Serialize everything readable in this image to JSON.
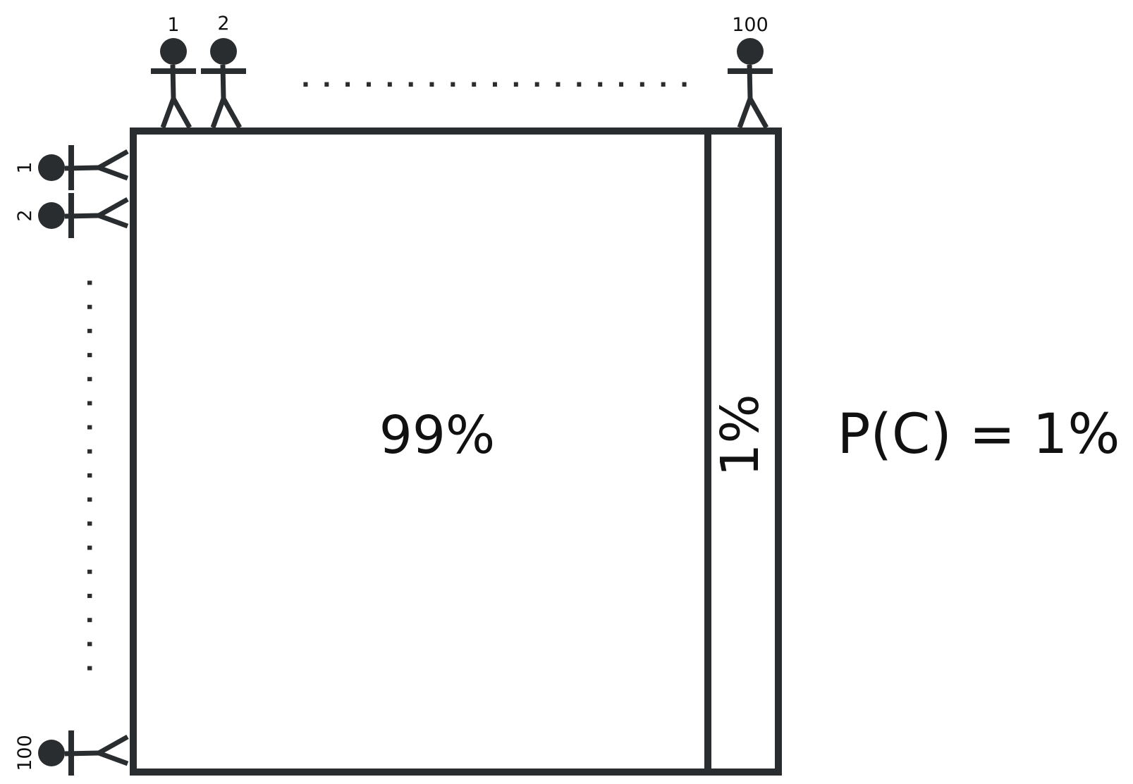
{
  "colors": {
    "ink": "#2a2d2f",
    "text": "#111111",
    "background": "#ffffff"
  },
  "top_people": {
    "labels": [
      "1",
      "2",
      "100"
    ],
    "ellipsis": "..................."
  },
  "left_people": {
    "labels": [
      "1",
      "2",
      "100"
    ],
    "ellipsis": "................."
  },
  "regions": {
    "large_label": "99%",
    "small_label": "1%"
  },
  "formula": "P(C) = 1%",
  "icons": [
    "person-icon"
  ]
}
